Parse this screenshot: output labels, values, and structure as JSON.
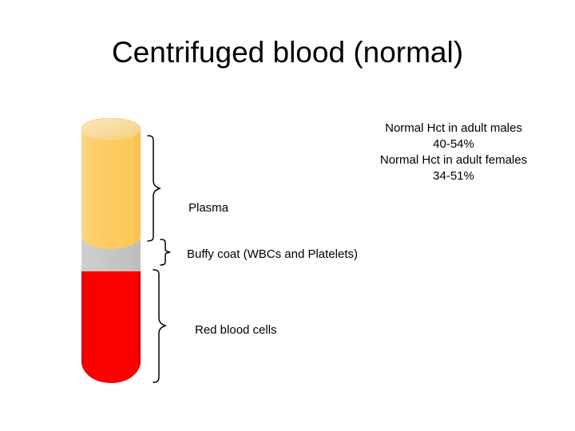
{
  "slide": {
    "title": "Centrifuged blood (normal)",
    "background_color": "#ffffff",
    "text_color": "#000000"
  },
  "figure": {
    "name": "centrifuged-blood-test-tube",
    "layers": [
      {
        "id": "plasma",
        "label": "Plasma",
        "color": "#FDCB62",
        "top_ellipse_color": "#F9DFA0",
        "fraction_percent": 55
      },
      {
        "id": "buffy-coat",
        "label": "Buffy coat (WBCs and Platelets)",
        "color": "#C6C6C6",
        "fraction_percent": 9
      },
      {
        "id": "red-blood-cells",
        "label": "Red blood cells",
        "color": "#FA0000",
        "fraction_percent": 45
      }
    ]
  },
  "annotations": {
    "hct": [
      "Normal Hct in adult males",
      "40-54%",
      "Normal Hct in adult females",
      "34-51%"
    ]
  }
}
